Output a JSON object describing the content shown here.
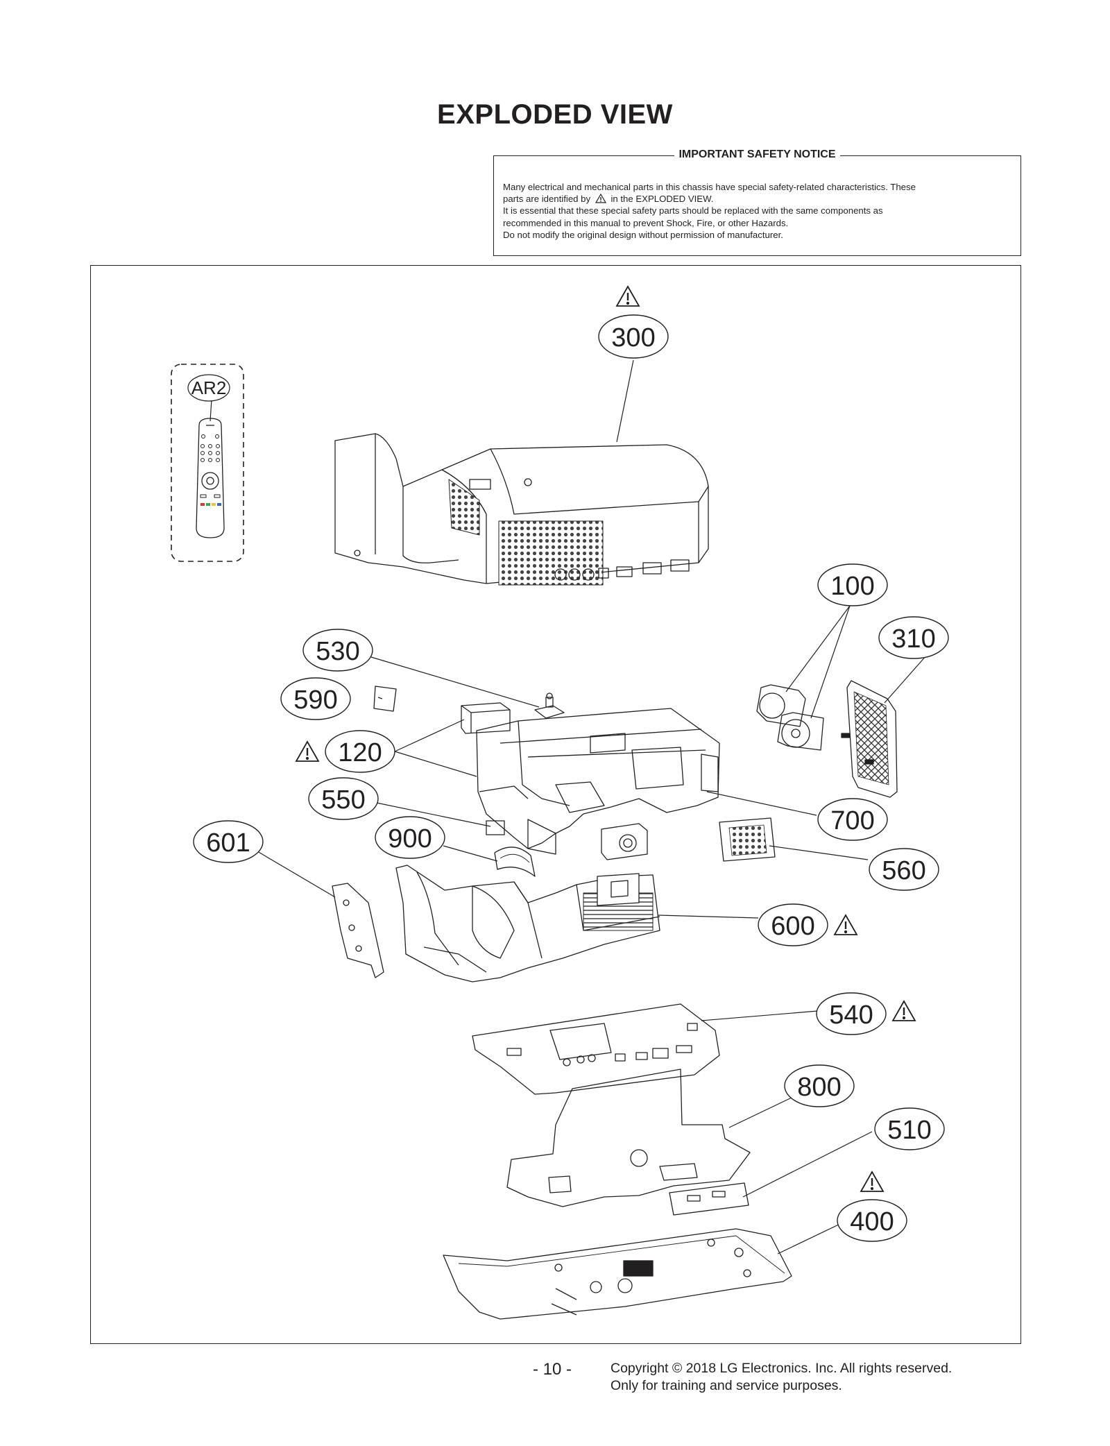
{
  "title": "EXPLODED VIEW",
  "notice": {
    "heading": "IMPORTANT SAFETY NOTICE",
    "line1": "Many electrical and mechanical parts in this chassis have special safety-related characteristics. These",
    "line2_before": "parts are identified by",
    "line2_after": "in the EXPLODED VIEW.",
    "line3": "It is essential that these special safety parts should be replaced with the same components as",
    "line4": "recommended in this manual to prevent Shock, Fire, or other Hazards.",
    "line5": "Do not modify the original design without permission of manufacturer."
  },
  "callouts": [
    {
      "id": "300",
      "label": "300",
      "safety": true
    },
    {
      "id": "AR2",
      "label": "AR2",
      "safety": false
    },
    {
      "id": "100",
      "label": "100",
      "safety": false
    },
    {
      "id": "310",
      "label": "310",
      "safety": false
    },
    {
      "id": "530",
      "label": "530",
      "safety": false
    },
    {
      "id": "590",
      "label": "590",
      "safety": false
    },
    {
      "id": "120",
      "label": "120",
      "safety": true
    },
    {
      "id": "550",
      "label": "550",
      "safety": false
    },
    {
      "id": "601",
      "label": "601",
      "safety": false
    },
    {
      "id": "900",
      "label": "900",
      "safety": false
    },
    {
      "id": "700",
      "label": "700",
      "safety": false
    },
    {
      "id": "560",
      "label": "560",
      "safety": false
    },
    {
      "id": "600",
      "label": "600",
      "safety": true
    },
    {
      "id": "540",
      "label": "540",
      "safety": true
    },
    {
      "id": "800",
      "label": "800",
      "safety": false
    },
    {
      "id": "510",
      "label": "510",
      "safety": false
    },
    {
      "id": "400",
      "label": "400",
      "safety": true
    }
  ],
  "footer": {
    "page": "- 10 -",
    "copyright": "Copyright  © 2018 LG Electronics. Inc. All rights reserved.",
    "purpose": "Only for training and service purposes."
  }
}
